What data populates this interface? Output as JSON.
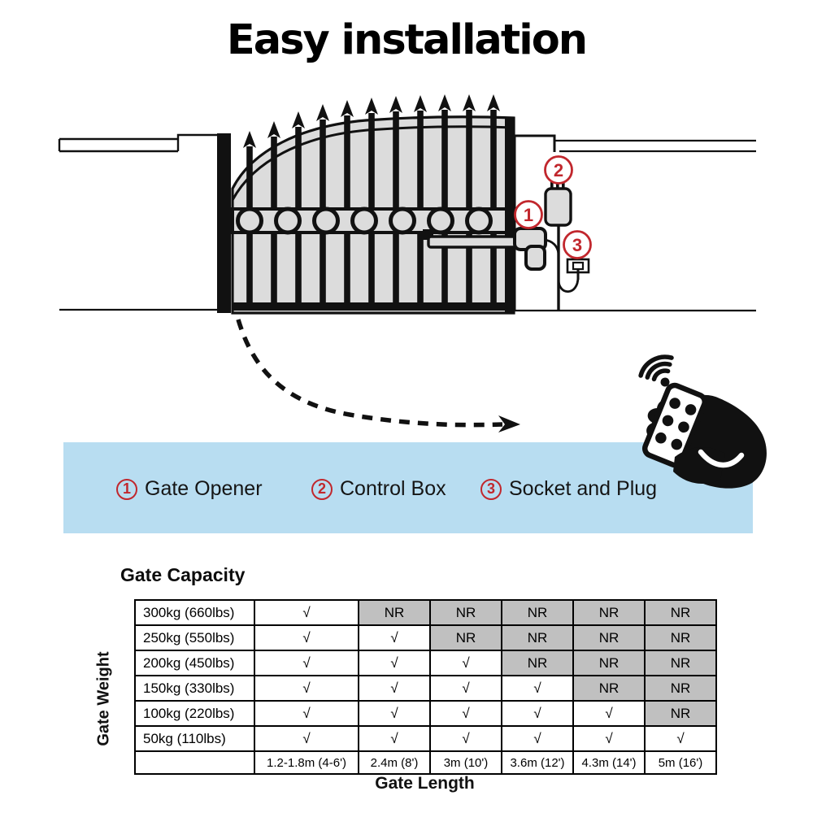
{
  "title": "Easy installation",
  "diagram": {
    "callouts": [
      {
        "number": "1",
        "target": "gate-opener"
      },
      {
        "number": "2",
        "target": "control-box"
      },
      {
        "number": "3",
        "target": "socket-and-plug"
      }
    ]
  },
  "legend": {
    "items": [
      {
        "number": "1",
        "label": "Gate Opener"
      },
      {
        "number": "2",
        "label": "Control Box"
      },
      {
        "number": "3",
        "label": "Socket and Plug"
      }
    ]
  },
  "capacity_table": {
    "heading": "Gate Capacity",
    "row_axis": "Gate Weight",
    "col_axis": "Gate Length",
    "supported_symbol": "√",
    "not_recommended_symbol": "NR",
    "columns": [
      "1.2-1.8m (4-6')",
      "2.4m (8')",
      "3m (10')",
      "3.6m (12')",
      "4.3m (14')",
      "5m (16')"
    ],
    "rows": [
      {
        "weight": "300kg (660lbs)",
        "values": [
          "√",
          "NR",
          "NR",
          "NR",
          "NR",
          "NR"
        ]
      },
      {
        "weight": "250kg (550lbs)",
        "values": [
          "√",
          "√",
          "NR",
          "NR",
          "NR",
          "NR"
        ]
      },
      {
        "weight": "200kg (450lbs)",
        "values": [
          "√",
          "√",
          "√",
          "NR",
          "NR",
          "NR"
        ]
      },
      {
        "weight": "150kg (330lbs)",
        "values": [
          "√",
          "√",
          "√",
          "√",
          "NR",
          "NR"
        ]
      },
      {
        "weight": "100kg (220lbs)",
        "values": [
          "√",
          "√",
          "√",
          "√",
          "√",
          "NR"
        ]
      },
      {
        "weight": "50kg (110lbs)",
        "values": [
          "√",
          "√",
          "√",
          "√",
          "√",
          "√"
        ]
      }
    ]
  },
  "colors": {
    "accent_red": "#c1272d",
    "band_blue": "#b8ddf1",
    "nr_cell_gray": "#c0c0c0",
    "metal_gray": "#dcdcdc",
    "line_black": "#111111"
  }
}
